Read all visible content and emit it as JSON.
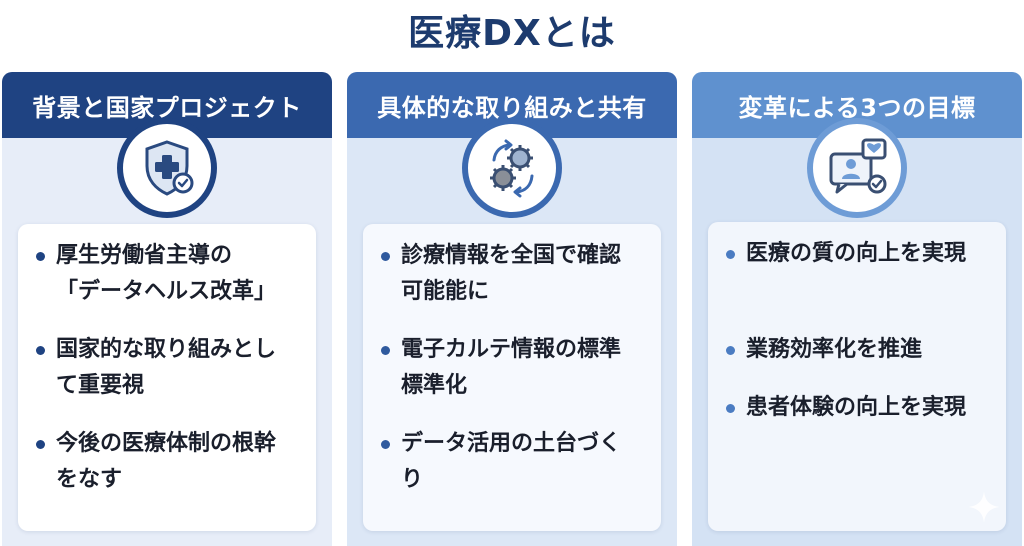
{
  "title": "医療DXとは",
  "columns": [
    {
      "heading": "背景と国家プロジェクト",
      "icon": "shield-medical-icon",
      "bullets": [
        "厚生労働省主導の",
        "「データヘルス改革」",
        "国家的な取り組みとし",
        "て重要視",
        "今後の医療体制の根幹",
        "をなす"
      ]
    },
    {
      "heading": "具体的な取り組みと共有",
      "icon": "gears-sync-icon",
      "bullets": [
        "診療情報を全国で確認",
        "可能能に",
        "電子カルテ情報の標準",
        "標準化",
        "データ活用の土台づく",
        "り"
      ]
    },
    {
      "heading": "変革による3つの目標",
      "icon": "patient-chat-icon",
      "bullets": [
        "医療の質の向上を実現",
        "業務効率化を推進",
        "患者体験の向上を実現"
      ]
    }
  ],
  "colors": {
    "title": "#1d3b6e",
    "header_1": "#1f4382",
    "header_2": "#3b69b0",
    "header_3": "#5f91cf"
  }
}
